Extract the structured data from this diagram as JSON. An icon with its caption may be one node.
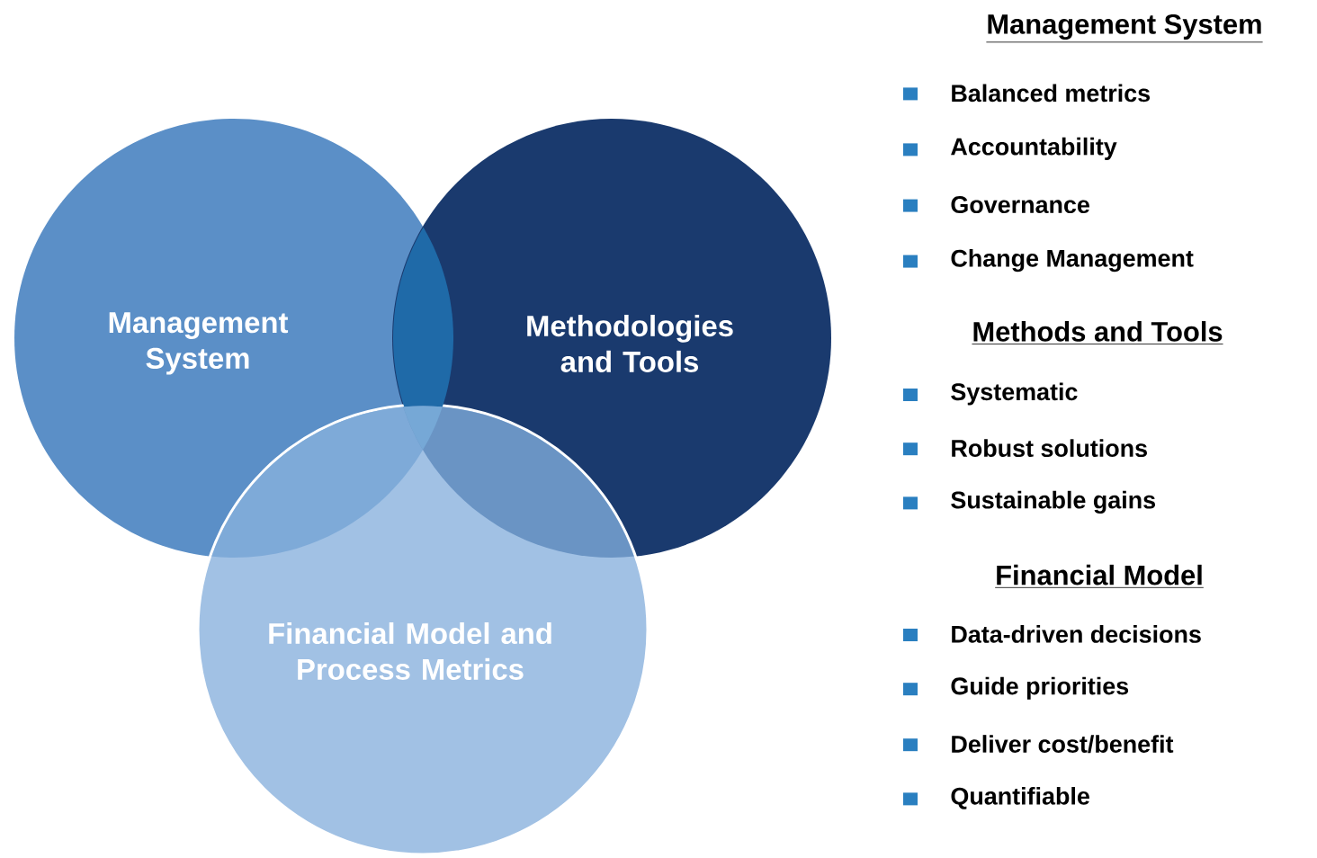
{
  "diagram": {
    "nodes": [
      {
        "text": [
          "Management System"
        ]
      },
      {
        "text": [
          "Methodologies and Tools"
        ]
      },
      {
        "text": [
          "Financial Model and Process Metrics"
        ]
      }
    ],
    "labels": [
      "Management System",
      "Balanced metrics",
      "Accountability",
      "Governance",
      "Change Management",
      "Methods and Tools",
      "Systematic",
      "Robust solutions",
      "Sustainable gains",
      "Financial Model",
      "Data-driven decisions",
      "Guide priorities",
      "Deliver cost/benefit",
      "Quantifiable"
    ]
  }
}
